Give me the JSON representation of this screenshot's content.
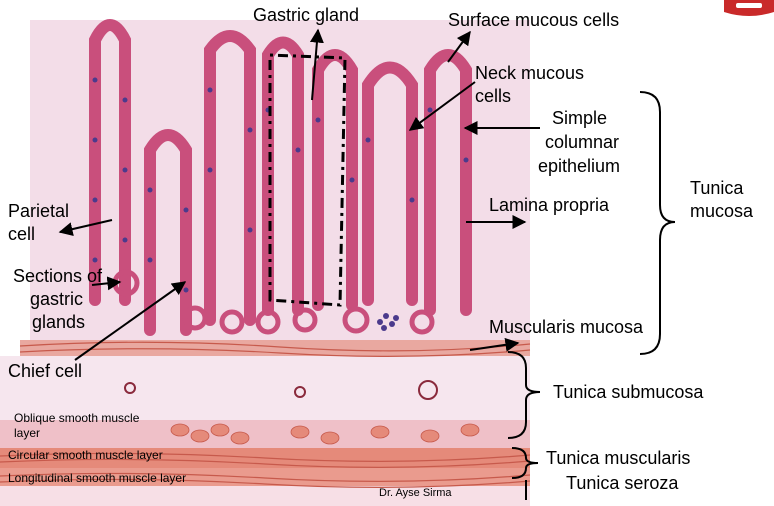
{
  "labels": {
    "gastric_gland": "Gastric gland",
    "surface_mucous_cells": "Surface mucous cells",
    "neck_mucous_line1": "Neck mucous",
    "neck_mucous_line2": "cells",
    "simple_columnar_line1": "Simple",
    "simple_columnar_line2": "columnar",
    "simple_columnar_line3": "epithelium",
    "lamina_propria": "Lamina propria",
    "tunica_mucosa_line1": "Tunica",
    "tunica_mucosa_line2": "mucosa",
    "parietal_line1": "Parietal",
    "parietal_line2": "cell",
    "sections_line1": "Sections of",
    "sections_line2": "gastric",
    "sections_line3": "glands",
    "muscularis_mucosa": "Muscularis mucosa",
    "chief_cell": "Chief cell",
    "tunica_submucosa": "Tunica submucosa",
    "oblique_line1": "Oblique smooth muscle",
    "oblique_line2": "layer",
    "circular_layer": "Circular smooth muscle layer",
    "longitudinal_layer": "Longitudinal smooth muscle layer",
    "tunica_muscularis": "Tunica muscularis",
    "tunica_seroza": "Tunica seroza",
    "credit": "Dr. Ayse Sirma"
  },
  "colors": {
    "epithelium": "#c94f7c",
    "nucleus": "#4b3a8c",
    "lamina": "#f3dde8",
    "muscle": "#e58a7a",
    "submucosa": "#f6e6ee"
  }
}
